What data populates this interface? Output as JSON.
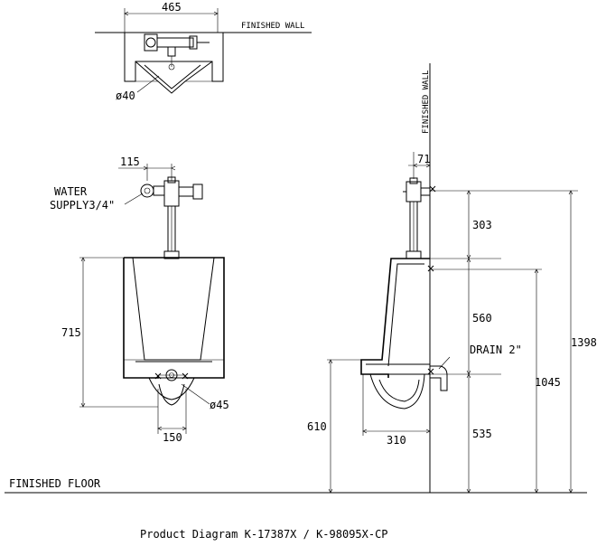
{
  "labels": {
    "finished_wall_top": "FINISHED WALL",
    "finished_wall_side": "FINISHED WALL",
    "finished_floor": "FINISHED FLOOR",
    "water_supply_line1": "WATER",
    "water_supply_line2": "SUPPLY3/4\"",
    "drain": "DRAIN 2\"",
    "caption": "Product Diagram K-17387X / K-98095X-CP"
  },
  "dimensions": {
    "top_width": "465",
    "top_outlet": "ø40",
    "front_offset": "115",
    "front_height": "715",
    "front_outlet": "ø45",
    "front_bottom_width": "150",
    "side_wall_offset": "71",
    "side_303": "303",
    "side_560": "560",
    "side_535": "535",
    "side_1398": "1398",
    "side_1045": "1045",
    "side_610": "610",
    "side_310": "310"
  }
}
